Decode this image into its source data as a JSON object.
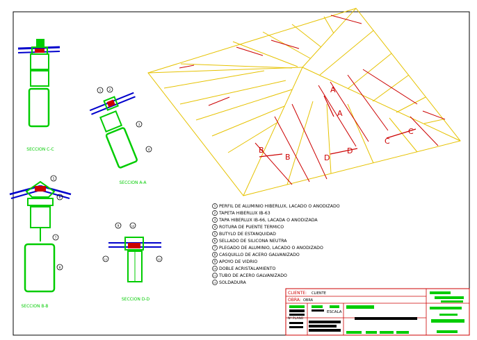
{
  "sections": {
    "c": "SECCION C-C",
    "a": "SECCION A-A",
    "b": "SECCION B-B",
    "d": "SECCION D-D"
  },
  "callout_numbers": [
    "1",
    "2",
    "3",
    "4",
    "5",
    "6",
    "7",
    "8",
    "9",
    "10",
    "11",
    "12"
  ],
  "cut_letters": {
    "a": "A",
    "b": "B",
    "c": "C",
    "d": "D"
  },
  "legend": [
    {
      "num": "1",
      "text": "PERFIL DE ALUMINIO HIBERLUX, LACADO O ANODIZADO"
    },
    {
      "num": "2",
      "text": "TAPETA HIBERLUX IB-63"
    },
    {
      "num": "3",
      "text": "TAPA HIBERLUX IB-66, LACADA O ANODIZADA"
    },
    {
      "num": "4",
      "text": "ROTURA DE PUENTE TERMICO"
    },
    {
      "num": "5",
      "text": "BUTYLO DE ESTANQUIDAD"
    },
    {
      "num": "6",
      "text": "SELLADO DE SILICONA NEUTRA"
    },
    {
      "num": "7",
      "text": "PLEGADO DE ALUMINIO, LACADO O ANODIZADO"
    },
    {
      "num": "8",
      "text": "CASQUILLO DE ACERO GALVANIZADO"
    },
    {
      "num": "9",
      "text": "APOYO DE VIDRIO"
    },
    {
      "num": "10",
      "text": "DOBLE ACRISTALAMIENTO"
    },
    {
      "num": "11",
      "text": "TUBO DE ACERO GALVANIZADO"
    },
    {
      "num": "12",
      "text": "SOLDADURA"
    }
  ],
  "title_block": {
    "cliente_label": "CLIENTE:",
    "cliente_value": "CLIENTE",
    "obra_label": "OBRA:",
    "obra_value": "OBRA",
    "escala_label": "ESCALA",
    "plano_label": "Nº PLANO"
  },
  "colors": {
    "frame": "#000000",
    "profile": "#00cc00",
    "glass": "#0000cc",
    "seal": "#cc0000",
    "roof": "#e6c200",
    "cut": "#cc0000",
    "title_text": "#cc0000"
  }
}
